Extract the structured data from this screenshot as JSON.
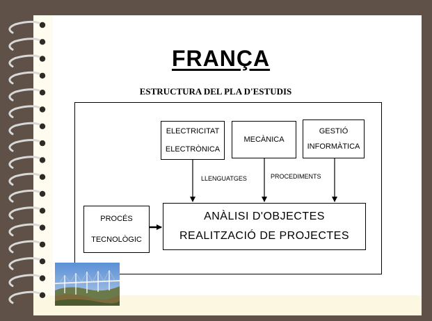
{
  "slide": {
    "title": "FRANÇA",
    "subtitle": "ESTRUCTURA DEL PLA D'ESTUDIS"
  },
  "diagram": {
    "box_electricitat": {
      "line1": "ELECTRICITAT",
      "line2": "ELECTRÒNICA"
    },
    "box_mecanica": {
      "line1": "MECÀNICA"
    },
    "box_gestio": {
      "line1": "GESTIÓ",
      "line2": "INFORMÀTICA"
    },
    "box_proces": {
      "line1": "PROCÉS",
      "line2": "TECNOLÒGIC"
    },
    "box_main": {
      "line1": "ANÀLISI D'OBJECTES",
      "line2": "REALITZACIÓ DE PROJECTES"
    },
    "label_llenguatges": "LLENGUATGES",
    "label_procediments": "PROCEDIMENTS"
  },
  "colors": {
    "frame": "#5f5148",
    "paper": "#fefcef",
    "ink": "#000000"
  },
  "decor": {
    "binding": "spiral-binding-icon",
    "photo": "bridge-photo"
  }
}
